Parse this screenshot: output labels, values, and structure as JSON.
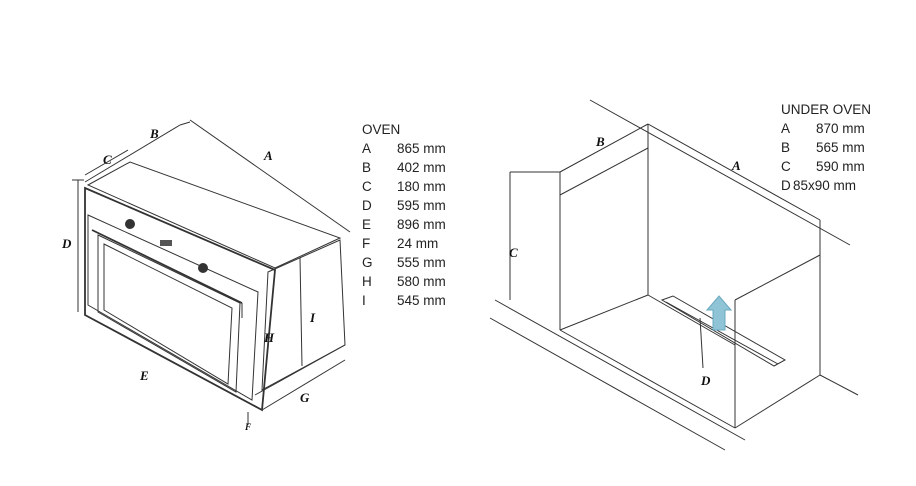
{
  "oven_specs": {
    "title": "OVEN",
    "rows": [
      {
        "key": "A",
        "value": "865 mm"
      },
      {
        "key": "B",
        "value": "402 mm"
      },
      {
        "key": "C",
        "value": "180 mm"
      },
      {
        "key": "D",
        "value": "595 mm"
      },
      {
        "key": "E",
        "value": "896 mm"
      },
      {
        "key": "F",
        "value": "24 mm"
      },
      {
        "key": "G",
        "value": "555 mm"
      },
      {
        "key": "H",
        "value": "580 mm"
      },
      {
        "key": "I",
        "value": "545 mm"
      }
    ]
  },
  "under_oven_specs": {
    "title": "UNDER OVEN",
    "rows": [
      {
        "key": "A",
        "value": "870 mm"
      },
      {
        "key": "B",
        "value": "565 mm"
      },
      {
        "key": "C",
        "value": "590 mm"
      },
      {
        "key": "D",
        "value": "85x90 mm"
      }
    ]
  },
  "oven_labels": {
    "A": "A",
    "B": "B",
    "C": "C",
    "D": "D",
    "E": "E",
    "F": "F",
    "G": "G",
    "H": "H",
    "I": "I"
  },
  "cavity_labels": {
    "A": "A",
    "B": "B",
    "C": "C",
    "D": "D"
  },
  "colors": {
    "arrow": "#8fc3d6",
    "line": "#333333"
  }
}
